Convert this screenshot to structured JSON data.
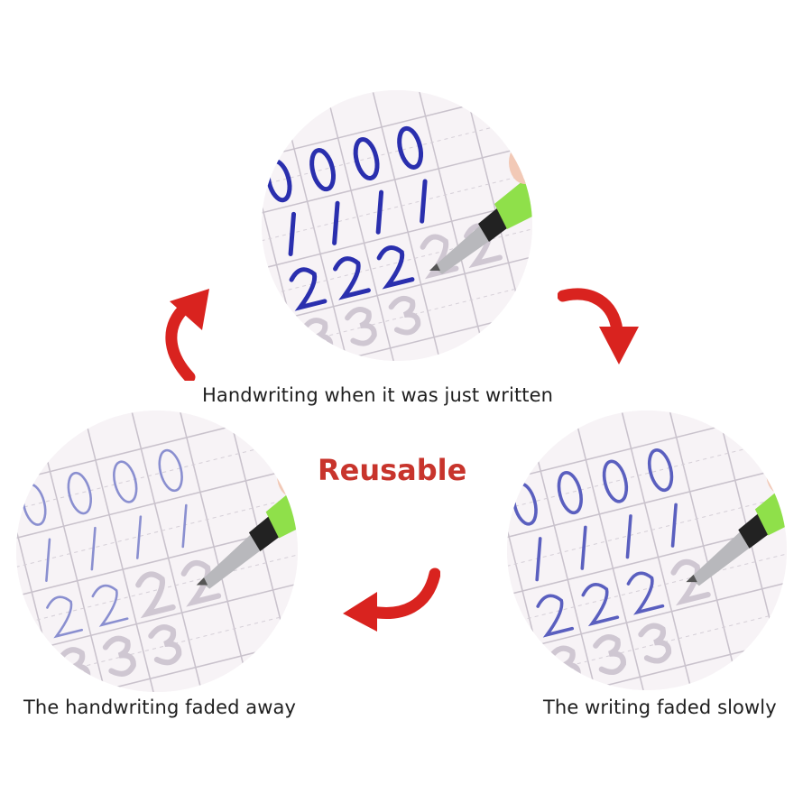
{
  "title": "Reusable",
  "captions": {
    "top": "Handwriting when it was just written",
    "left": "The handwriting faded away",
    "right": "The writing faded slowly"
  },
  "colors": {
    "accent": "#c8342c",
    "arrow": "#d9231f",
    "ink_fresh": "#2a2fae",
    "ink_fading": "#5a5fbf",
    "ink_faded": "#8a8fd0",
    "paper": "#f7f3f6",
    "grid": "#c9c2cc",
    "pen_grip": "#8fe04a"
  },
  "icons": [
    "curved-arrow-icon",
    "pen-icon"
  ]
}
